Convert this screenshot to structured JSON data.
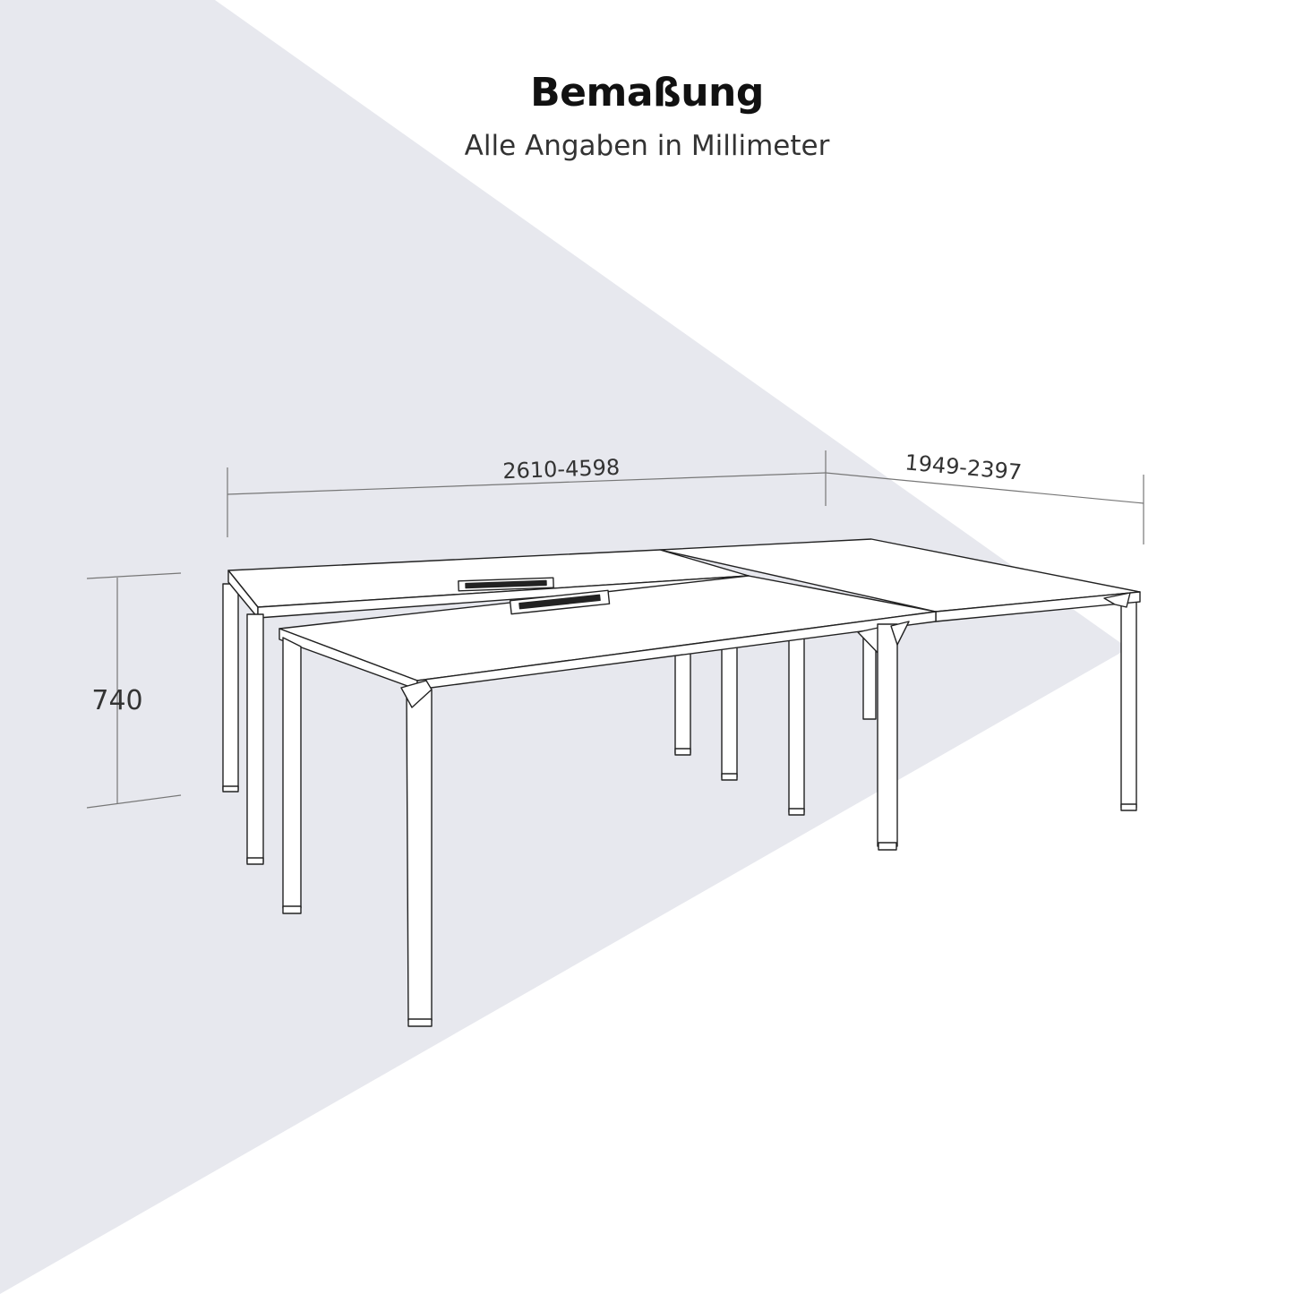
{
  "header": {
    "title": "Bemaßung",
    "subtitle": "Alle Angaben in Millimeter"
  },
  "dimensions": {
    "length": "2610-4598",
    "depth": "1949-2397",
    "height": "740"
  },
  "colors": {
    "background_wedge": "#e7e8ee",
    "line": "#222222",
    "dimension_line": "#777777"
  }
}
